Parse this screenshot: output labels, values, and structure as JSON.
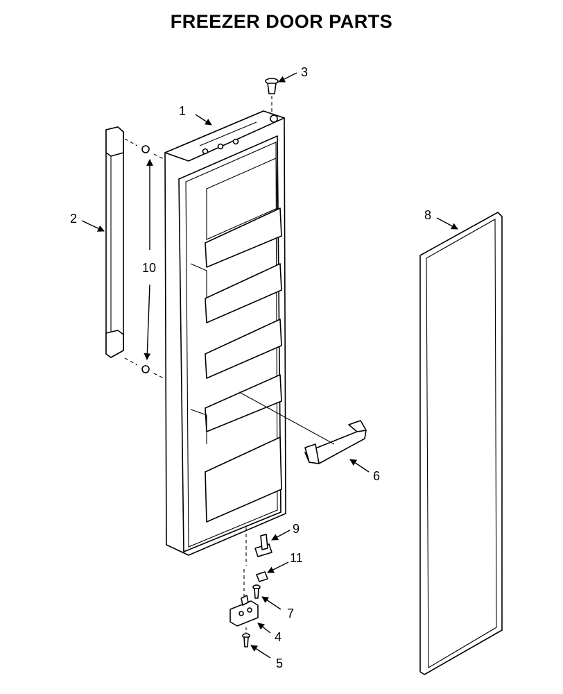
{
  "title": "FREEZER DOOR PARTS",
  "callouts": [
    {
      "id": "1",
      "label": "1"
    },
    {
      "id": "2",
      "label": "2"
    },
    {
      "id": "3",
      "label": "3"
    },
    {
      "id": "4",
      "label": "4"
    },
    {
      "id": "5",
      "label": "5"
    },
    {
      "id": "6",
      "label": "6"
    },
    {
      "id": "7",
      "label": "7"
    },
    {
      "id": "8",
      "label": "8"
    },
    {
      "id": "9",
      "label": "9"
    },
    {
      "id": "10",
      "label": "10"
    },
    {
      "id": "11",
      "label": "11"
    }
  ]
}
